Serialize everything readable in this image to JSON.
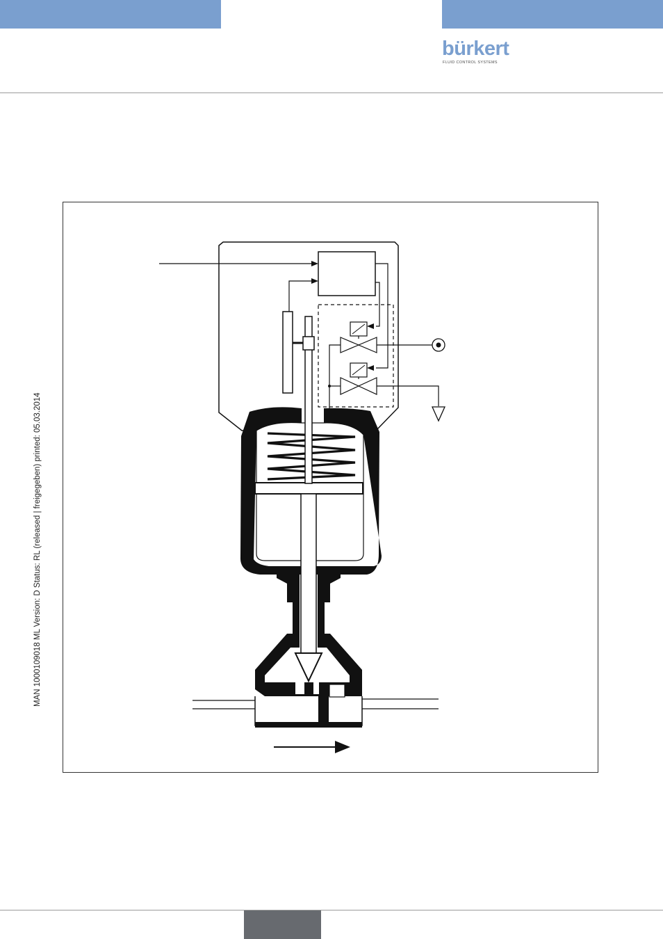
{
  "header": {
    "brand_name": "bürkert",
    "brand_tagline": "FLUID CONTROL SYSTEMS",
    "accent_color": "#7a9fcf"
  },
  "sidebar_note": {
    "text": "MAN  1000109018  ML  Version: D  Status: RL (released | freigegeben)  printed: 05.03.2014"
  },
  "footer": {
    "tab_color": "#676a6f"
  },
  "figure": {
    "description_icons": [
      "valve-actuator-diagram",
      "flow-direction-arrow",
      "air-supply-symbol",
      "exhaust-symbol",
      "solenoid-valve-icon"
    ]
  }
}
